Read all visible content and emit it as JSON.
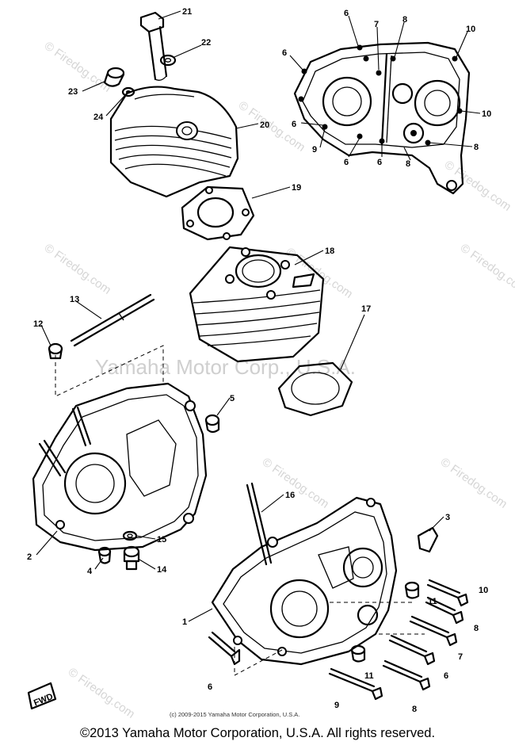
{
  "watermarks": {
    "center": "Yamaha Motor Corp., U.S.A.",
    "site": "© Firedog.com",
    "small_notice": "(c) 2009-2015 Yamaha Motor Corporation, U.S.A."
  },
  "direction_tag": "FWD",
  "callouts": {
    "c1": "1",
    "c2": "2",
    "c3": "3",
    "c4": "4",
    "c5": "5",
    "c6a": "6",
    "c6b": "6",
    "c6c": "6",
    "c6d": "6",
    "c6e": "6",
    "c6f": "6",
    "c6g": "6",
    "c7a": "7",
    "c7b": "7",
    "c8a": "8",
    "c8b": "8",
    "c8c": "8",
    "c8d": "8",
    "c8e": "8",
    "c9a": "9",
    "c9b": "9",
    "c10a": "10",
    "c10b": "10",
    "c10c": "10",
    "c11a": "11",
    "c11b": "11",
    "c12": "12",
    "c13": "13",
    "c14": "14",
    "c15": "15",
    "c16": "16",
    "c17": "17",
    "c18": "18",
    "c19": "19",
    "c20": "20",
    "c21": "21",
    "c22": "22",
    "c23": "23",
    "c24": "24"
  },
  "footer": "©2013 Yamaha Motor Corporation, U.S.A. All rights reserved."
}
